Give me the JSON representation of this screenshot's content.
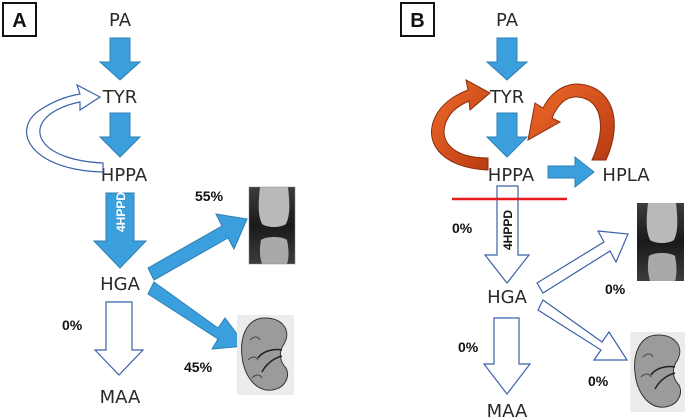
{
  "panel_a": {
    "label": "A",
    "nodes": {
      "pa": "PA",
      "tyr": "TYR",
      "hppa": "HPPA",
      "hga": "HGA",
      "maa": "MAA"
    },
    "enzyme": "4HPPD",
    "pct_joint": "55%",
    "pct_kidney": "45%",
    "pct_maa": "0%"
  },
  "panel_b": {
    "label": "B",
    "nodes": {
      "pa": "PA",
      "tyr": "TYR",
      "hppa": "HPPA",
      "hpla": "HPLA",
      "hga": "HGA",
      "maa": "MAA"
    },
    "enzyme": "4HPPD",
    "pct_block": "0%",
    "pct_joint": "0%",
    "pct_maa": "0%",
    "pct_kidney": "0%"
  },
  "colors": {
    "blue": "#3a9fdc",
    "blue_stroke": "#2f7fb3",
    "outline": "#3b62a8",
    "orange": "#e0501a",
    "red_line": "#e31b1b"
  }
}
